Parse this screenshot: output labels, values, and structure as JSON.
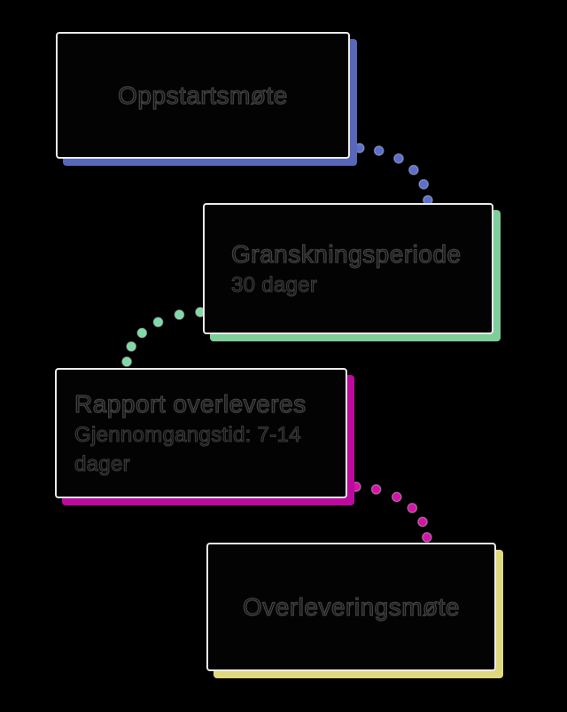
{
  "diagram": {
    "background_color": "#000000",
    "box_fill_color": "#030303",
    "box_border_color": "#ebebeb",
    "text_color": "#121212",
    "text_outline_color": "#404040",
    "nodes": [
      {
        "title": "Oppstartsmøte",
        "subtitle": "",
        "shadow_color": "#5867B8"
      },
      {
        "title": "Granskningsperiode",
        "subtitle": "30 dager",
        "shadow_color": "#7ECD9B"
      },
      {
        "title": "Rapport overleveres",
        "subtitle": "Gjennomgangstid: 7-14 dager",
        "shadow_color": "#BE09A0"
      },
      {
        "title": "Overleveringsmøte",
        "subtitle": "",
        "shadow_color": "#DFD97E"
      }
    ],
    "connectors": [
      {
        "from": "Oppstartsmøte",
        "to": "Granskningsperiode",
        "dot_color": "#5B6FCE",
        "dot_count": 6
      },
      {
        "from": "Granskningsperiode",
        "to": "Rapport overleveres",
        "dot_color": "#7EDBA6",
        "dot_count": 6
      },
      {
        "from": "Rapport overleveres",
        "to": "Overleveringsmøte",
        "dot_color": "#D513A6",
        "dot_count": 6
      }
    ]
  }
}
